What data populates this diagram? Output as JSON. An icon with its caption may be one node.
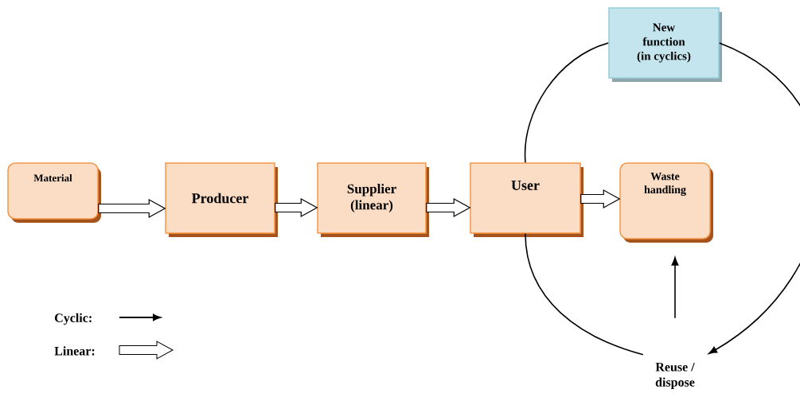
{
  "diagram": {
    "nodes": [
      {
        "text": [
          "Material"
        ]
      },
      {
        "text": [
          "Producer"
        ]
      },
      {
        "text": [
          "Supplier (linear)"
        ]
      },
      {
        "text": [
          "User"
        ]
      },
      {
        "text": [
          "Waste handling"
        ]
      },
      {
        "text": [
          "New function (in cyclics)"
        ]
      },
      {
        "text": [
          "Reuse / dispose"
        ]
      }
    ],
    "edges": [
      {
        "from": 0,
        "to": 1,
        "arrow": "to",
        "style": "thick"
      },
      {
        "from": 1,
        "to": 2,
        "arrow": "to",
        "style": "thick"
      },
      {
        "from": 2,
        "to": 3,
        "arrow": "to",
        "style": "thick"
      },
      {
        "from": 3,
        "to": 4,
        "arrow": "to",
        "style": "thick"
      },
      {
        "from": 3,
        "to": 5,
        "arrow": "none"
      },
      {
        "from": 5,
        "to": 6,
        "arrow": "to"
      },
      {
        "from": 6,
        "to": 3,
        "arrow": "none"
      },
      {
        "from": 6,
        "to": 4,
        "arrow": "to"
      }
    ],
    "legend": [
      {
        "text": "Cyclic:"
      },
      {
        "text": "Linear:"
      }
    ]
  }
}
